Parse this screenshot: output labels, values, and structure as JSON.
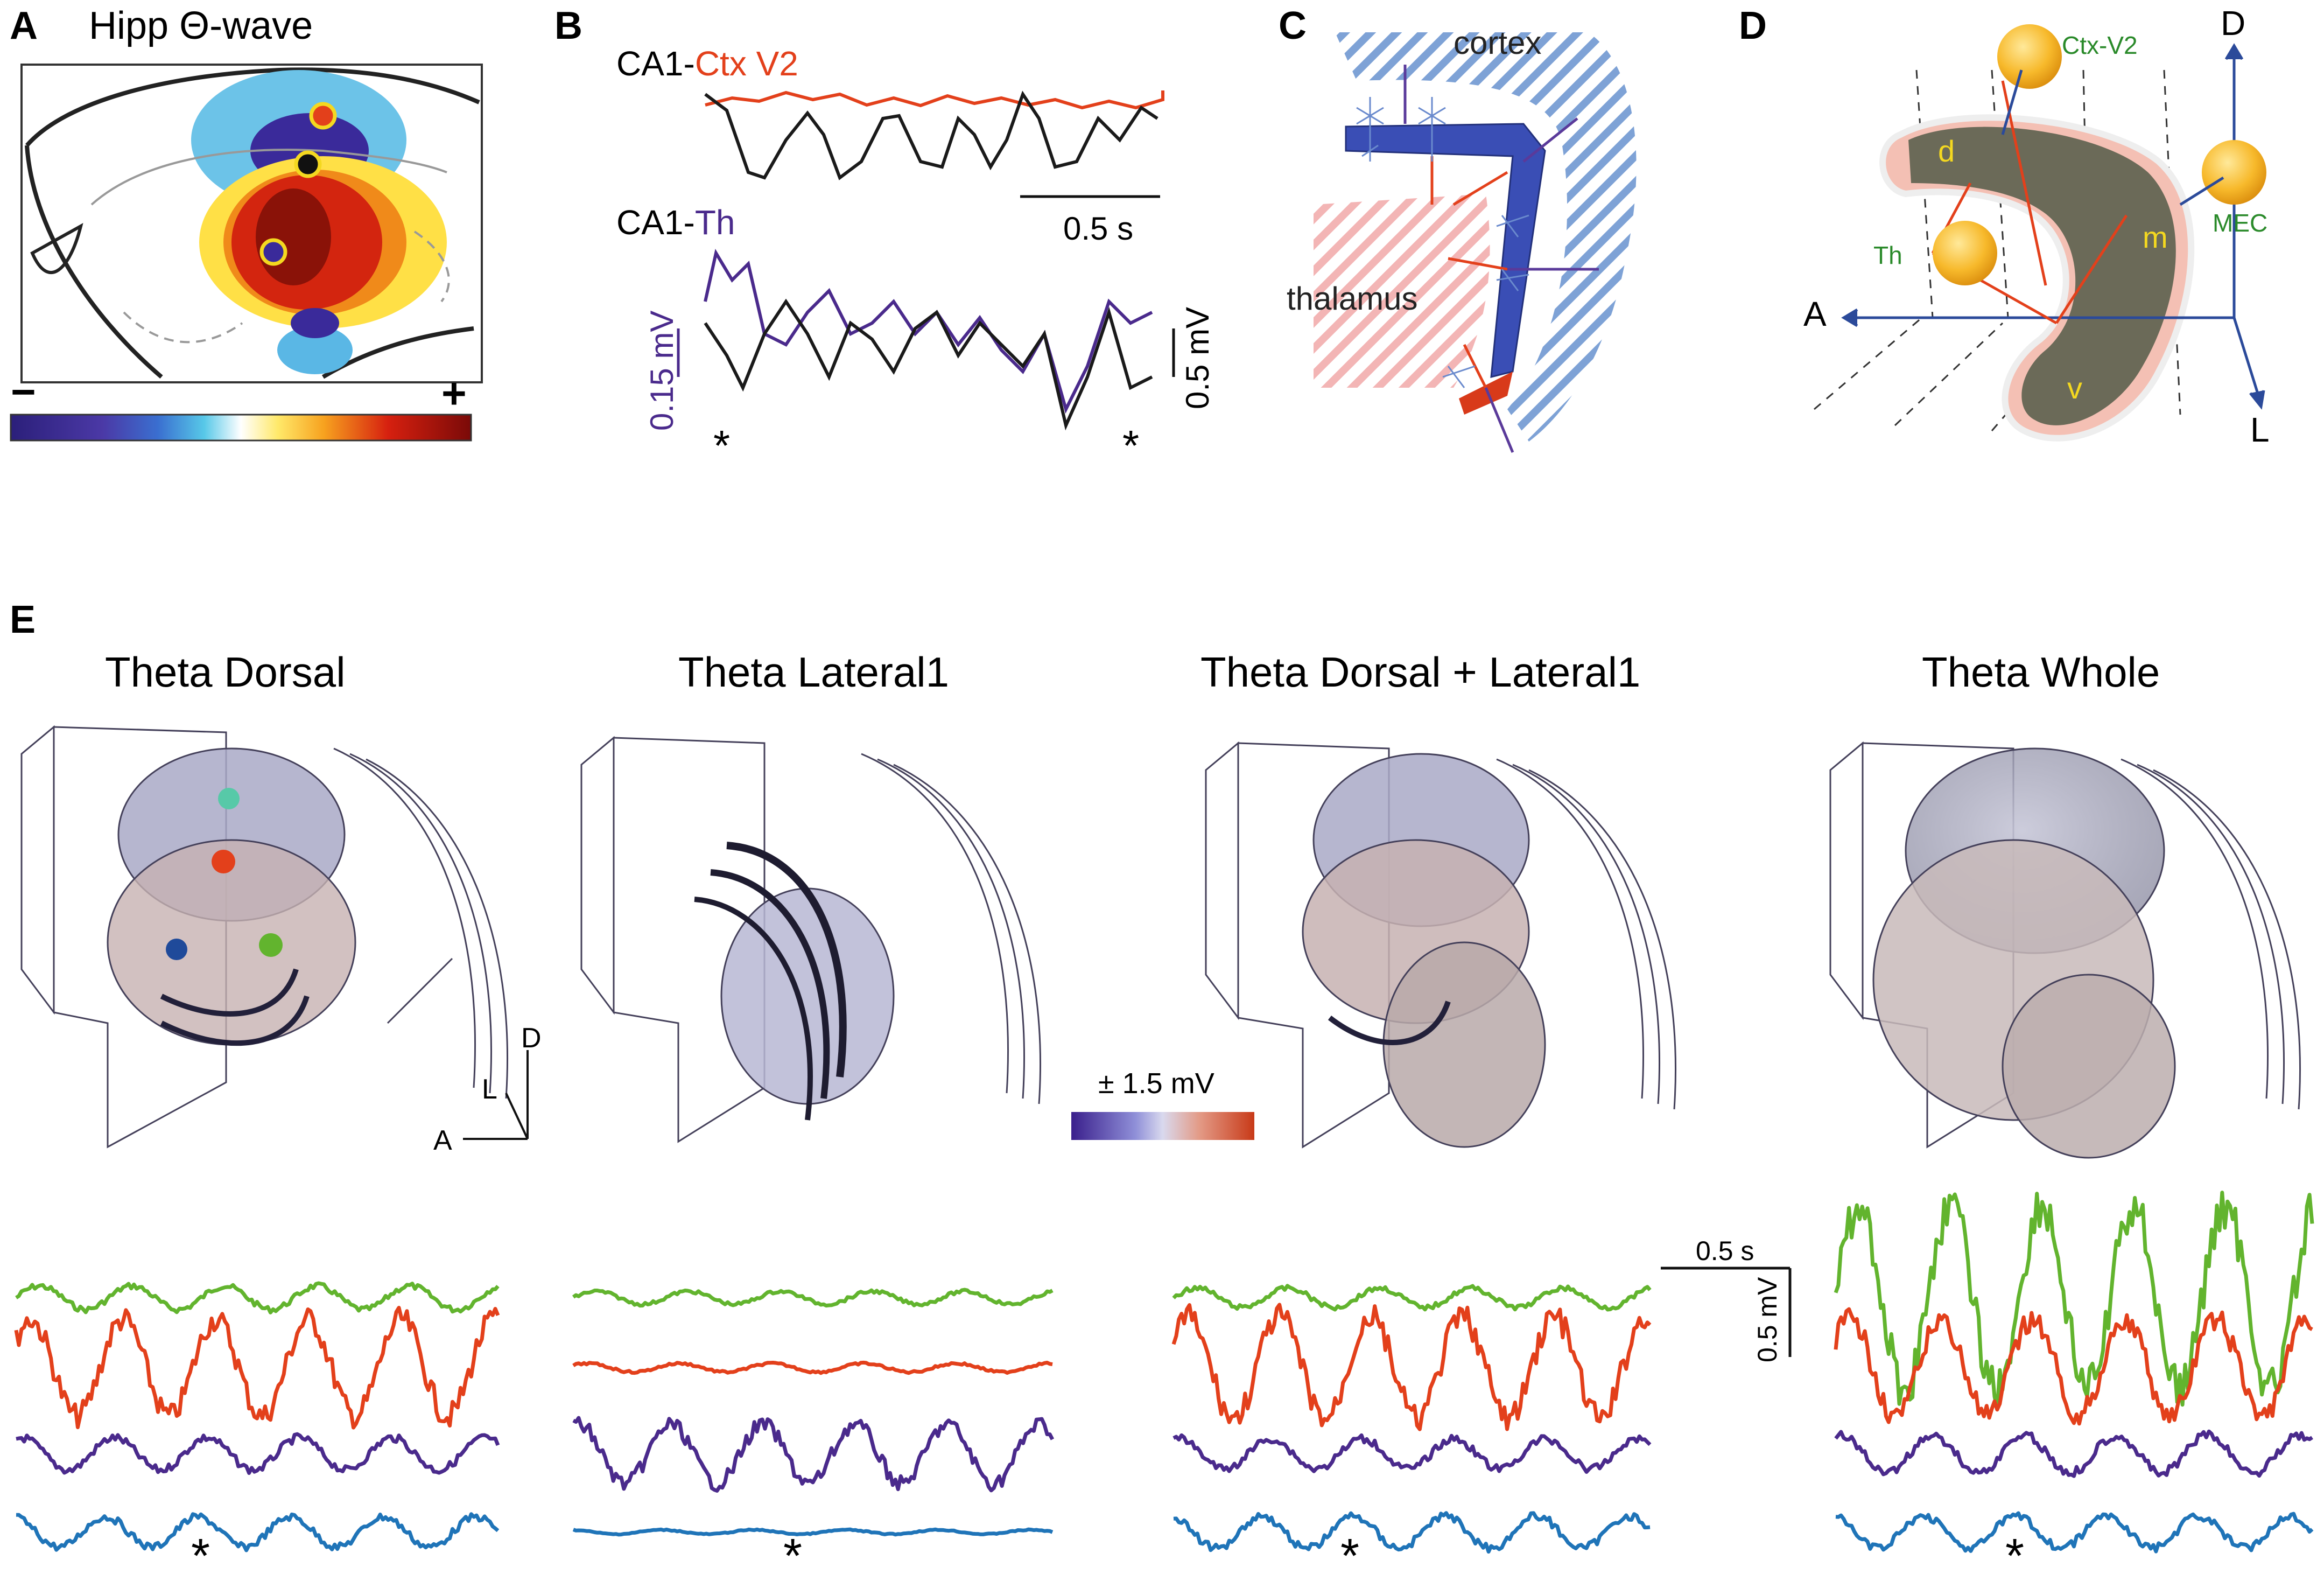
{
  "panels": {
    "A": {
      "letter": "A",
      "title": "Hipp Θ-wave",
      "colorbar": {
        "minus": "−",
        "plus": "+"
      }
    },
    "B": {
      "letter": "B",
      "prefix1": "CA1-",
      "label1": "Ctx V2",
      "prefix2": "CA1-",
      "label2": "Th",
      "time_scale": "0.5 s",
      "volt_scale_left": "0.15 mV",
      "volt_scale_right": "0.5 mV",
      "star": "*"
    },
    "C": {
      "letter": "C",
      "cortex": "cortex",
      "thalamus": "thalamus"
    },
    "D": {
      "letter": "D",
      "axis_d": "D",
      "axis_a": "A",
      "axis_l": "L",
      "ctx": "Ctx-V2",
      "mec": "MEC",
      "th": "Th",
      "d": "d",
      "m": "m",
      "v": "v"
    },
    "E": {
      "letter": "E",
      "titles": [
        "Theta Dorsal",
        "Theta Lateral1",
        "Theta Dorsal + Lateral1",
        "Theta Whole"
      ],
      "axes": {
        "d": "D",
        "l": "L",
        "a": "A"
      },
      "colorbar_label": "± 1.5 mV",
      "time_scale": "0.5 s",
      "volt_scale": "0.5 mV",
      "star": "*"
    }
  },
  "colors": {
    "green": "#62b42e",
    "red": "#e3401b",
    "purple": "#4a2a8c",
    "blue": "#1f74b8",
    "black": "#1a1a1a",
    "label_green": "#2a8a2a",
    "arrow_blue": "#2b4a9a"
  }
}
